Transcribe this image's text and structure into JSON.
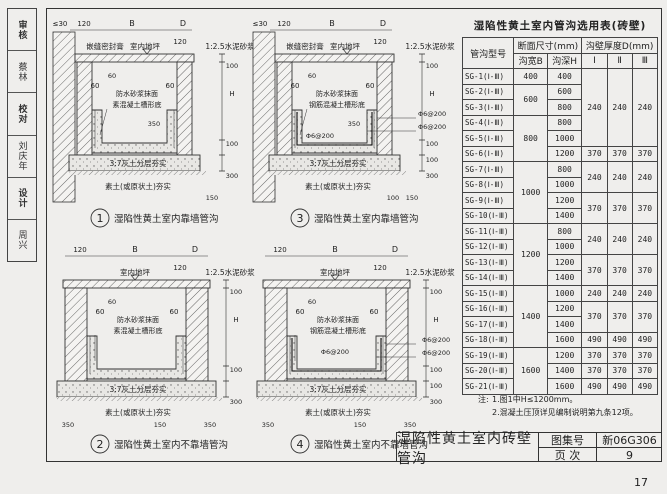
{
  "sidebar": [
    {
      "role": "审核",
      "name": "蔡林"
    },
    {
      "role": "校对",
      "name": "刘庆年"
    },
    {
      "role": "设计",
      "name": "周兴"
    }
  ],
  "drawings": [
    {
      "number": "1",
      "caption": "湿陷性黄土室内靠墙管沟",
      "variant": "wall",
      "rebar": false,
      "labels": {
        "gap": "≤30",
        "w120": "120",
        "b": "B",
        "d": "D",
        "top120": "120",
        "sealant": "嵌缝密封膏",
        "floor": "室内地坪",
        "mortar": "1:2.5水泥砂浆",
        "d60a": "60",
        "d60b": "60",
        "d60c": "60",
        "lining": "防水砂浆抹面",
        "base": "素混凝土槽形底",
        "dim350": "350",
        "d100a": "100",
        "h": "H",
        "d100b": "100",
        "d300": "300",
        "lime": "3:7灰土分层夯实",
        "soil": "素土(或原状土)夯实",
        "d150": "150"
      }
    },
    {
      "number": "3",
      "caption": "湿陷性黄土室内靠墙管沟",
      "variant": "wall",
      "rebar": true,
      "labels": {
        "gap": "≤30",
        "w120": "120",
        "b": "B",
        "d": "D",
        "top120": "120",
        "sealant": "嵌缝密封膏",
        "floor": "室内地坪",
        "mortar": "1:2.5水泥砂浆",
        "d60a": "60",
        "d60b": "60",
        "d60c": "60",
        "lining": "防水砂浆抹面",
        "base": "钢筋混凝土槽形底",
        "dim350": "350",
        "r1": "Φ6@200",
        "r2": "Φ6@200",
        "r3": "Φ6@200",
        "d100a": "100",
        "h": "H",
        "d100b": "100",
        "d100c": "100",
        "d300": "300",
        "lime": "3:7灰土分层夯实",
        "soil": "素土(或原状土)夯实",
        "d100d": "100",
        "d150": "150"
      }
    },
    {
      "number": "2",
      "caption": "湿陷性黄土室内不靠墙管沟",
      "variant": "free",
      "rebar": false,
      "labels": {
        "w120": "120",
        "b": "B",
        "d": "D",
        "top120": "120",
        "floor": "室内地坪",
        "mortar": "1:2.5水泥砂浆",
        "d60a": "60",
        "d60b": "60",
        "d60c": "60",
        "lining": "防水砂浆抹面",
        "base": "素混凝土槽形底",
        "d100a": "100",
        "h": "H",
        "d100b": "100",
        "d300": "300",
        "lime": "3:7灰土分层夯实",
        "soil": "素土(或原状土)夯实",
        "l350": "350",
        "d150": "150",
        "r350": "350"
      }
    },
    {
      "number": "4",
      "caption": "湿陷性黄土室内不靠墙管沟",
      "variant": "free",
      "rebar": true,
      "labels": {
        "w120": "120",
        "b": "B",
        "d": "D",
        "top120": "120",
        "floor": "室内地坪",
        "mortar": "1:2.5水泥砂浆",
        "d60a": "60",
        "d60b": "60",
        "d60c": "60",
        "lining": "防水砂浆抹面",
        "base": "钢筋混凝土槽形底",
        "r1": "Φ6@200",
        "r2": "Φ6@200",
        "r3": "Φ6@200",
        "d100a": "100",
        "h": "H",
        "d100b": "100",
        "d100c": "100",
        "d300": "300",
        "lime": "3:7灰土分层夯实",
        "soil": "素土(或原状土)夯实",
        "l350": "350",
        "d150": "150",
        "r350": "350"
      }
    }
  ],
  "table": {
    "title": "湿陷性黄土室内管沟选用表(砖壁)",
    "headers": {
      "type": "管沟型号",
      "section": "断面尺寸(mm)",
      "width": "沟宽B",
      "depth": "沟深H",
      "thickness": "沟壁厚度D(mm)",
      "t1": "Ⅰ",
      "t2": "Ⅱ",
      "t3": "Ⅲ"
    },
    "types": [
      "SG-1(Ⅰ-Ⅲ)",
      "SG-2(Ⅰ-Ⅲ)",
      "SG-3(Ⅰ-Ⅲ)",
      "SG-4(Ⅰ-Ⅲ)",
      "SG-5(Ⅰ-Ⅲ)",
      "SG-6(Ⅰ-Ⅲ)",
      "SG-7(Ⅰ-Ⅲ)",
      "SG-8(Ⅰ-Ⅲ)",
      "SG-9(Ⅰ-Ⅲ)",
      "SG-10(Ⅰ-Ⅲ)",
      "SG-11(Ⅰ-Ⅲ)",
      "SG-12(Ⅰ-Ⅲ)",
      "SG-13(Ⅰ-Ⅲ)",
      "SG-14(Ⅰ-Ⅲ)",
      "SG-15(Ⅰ-Ⅲ)",
      "SG-16(Ⅰ-Ⅲ)",
      "SG-17(Ⅰ-Ⅲ)",
      "SG-18(Ⅰ-Ⅲ)",
      "SG-19(Ⅰ-Ⅲ)",
      "SG-20(Ⅰ-Ⅲ)",
      "SG-21(Ⅰ-Ⅲ)"
    ],
    "depths": [
      "400",
      "600",
      "800",
      "800",
      "1000",
      "1200",
      "800",
      "1000",
      "1200",
      "1400",
      "800",
      "1000",
      "1200",
      "1400",
      "1000",
      "1200",
      "1400",
      "1600",
      "1200",
      "1400",
      "1600"
    ],
    "width_groups": [
      {
        "value": "400",
        "rows": 1
      },
      {
        "value": "600",
        "rows": 2
      },
      {
        "value": "800",
        "rows": 3
      },
      {
        "value": "1000",
        "rows": 4
      },
      {
        "value": "1200",
        "rows": 4
      },
      {
        "value": "1400",
        "rows": 4
      },
      {
        "value": "1600",
        "rows": 3
      }
    ],
    "thickness_groups": [
      {
        "values": [
          "240",
          "240",
          "240"
        ],
        "rows": 5
      },
      {
        "values": [
          "370",
          "370",
          "370"
        ],
        "rows": 1
      },
      {
        "values": [
          "240",
          "240",
          "240"
        ],
        "rows": 2
      },
      {
        "values": [
          "370",
          "370",
          "370"
        ],
        "rows": 2
      },
      {
        "values": [
          "240",
          "240",
          "240"
        ],
        "rows": 2
      },
      {
        "values": [
          "370",
          "370",
          "370"
        ],
        "rows": 2
      },
      {
        "values": [
          "240",
          "240",
          "240"
        ],
        "rows": 1
      },
      {
        "values": [
          "370",
          "370",
          "370"
        ],
        "rows": 2
      },
      {
        "values": [
          "490",
          "490",
          "490"
        ],
        "rows": 1
      },
      {
        "values": [
          "370",
          "370",
          "370"
        ],
        "rows": 1
      },
      {
        "values": [
          "370",
          "370",
          "370"
        ],
        "rows": 1
      },
      {
        "values": [
          "490",
          "490",
          "490"
        ],
        "rows": 1
      }
    ]
  },
  "notes": {
    "label": "注:",
    "items": [
      "1.图1中H≤1200mm。",
      "2.混凝土压顶详见编制说明第九条12项。"
    ]
  },
  "title_block": {
    "title": "湿陷性黄土室内砖壁管沟",
    "atlas_label": "图集号",
    "atlas_no": "新06G306",
    "page_label": "页 次",
    "page_no": "9"
  },
  "page_number": "17"
}
